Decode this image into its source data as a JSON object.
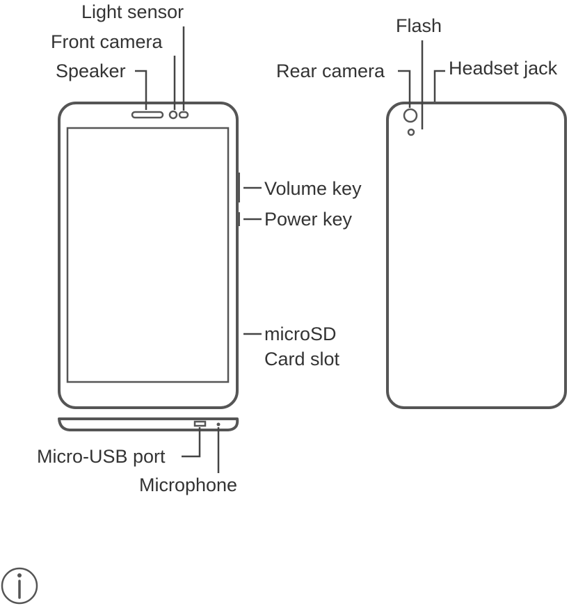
{
  "labels": {
    "light_sensor": "Light sensor",
    "front_camera": "Front camera",
    "speaker": "Speaker",
    "volume_key": "Volume key",
    "power_key": "Power key",
    "microsd_line1": "microSD",
    "microsd_line2": "Card slot",
    "micro_usb_port": "Micro-USB port",
    "microphone": "Microphone",
    "flash": "Flash",
    "rear_camera": "Rear camera",
    "headset_jack": "Headset jack"
  },
  "icons": {
    "info": "info-icon"
  },
  "colors": {
    "line": "#555555",
    "text": "#333333"
  }
}
